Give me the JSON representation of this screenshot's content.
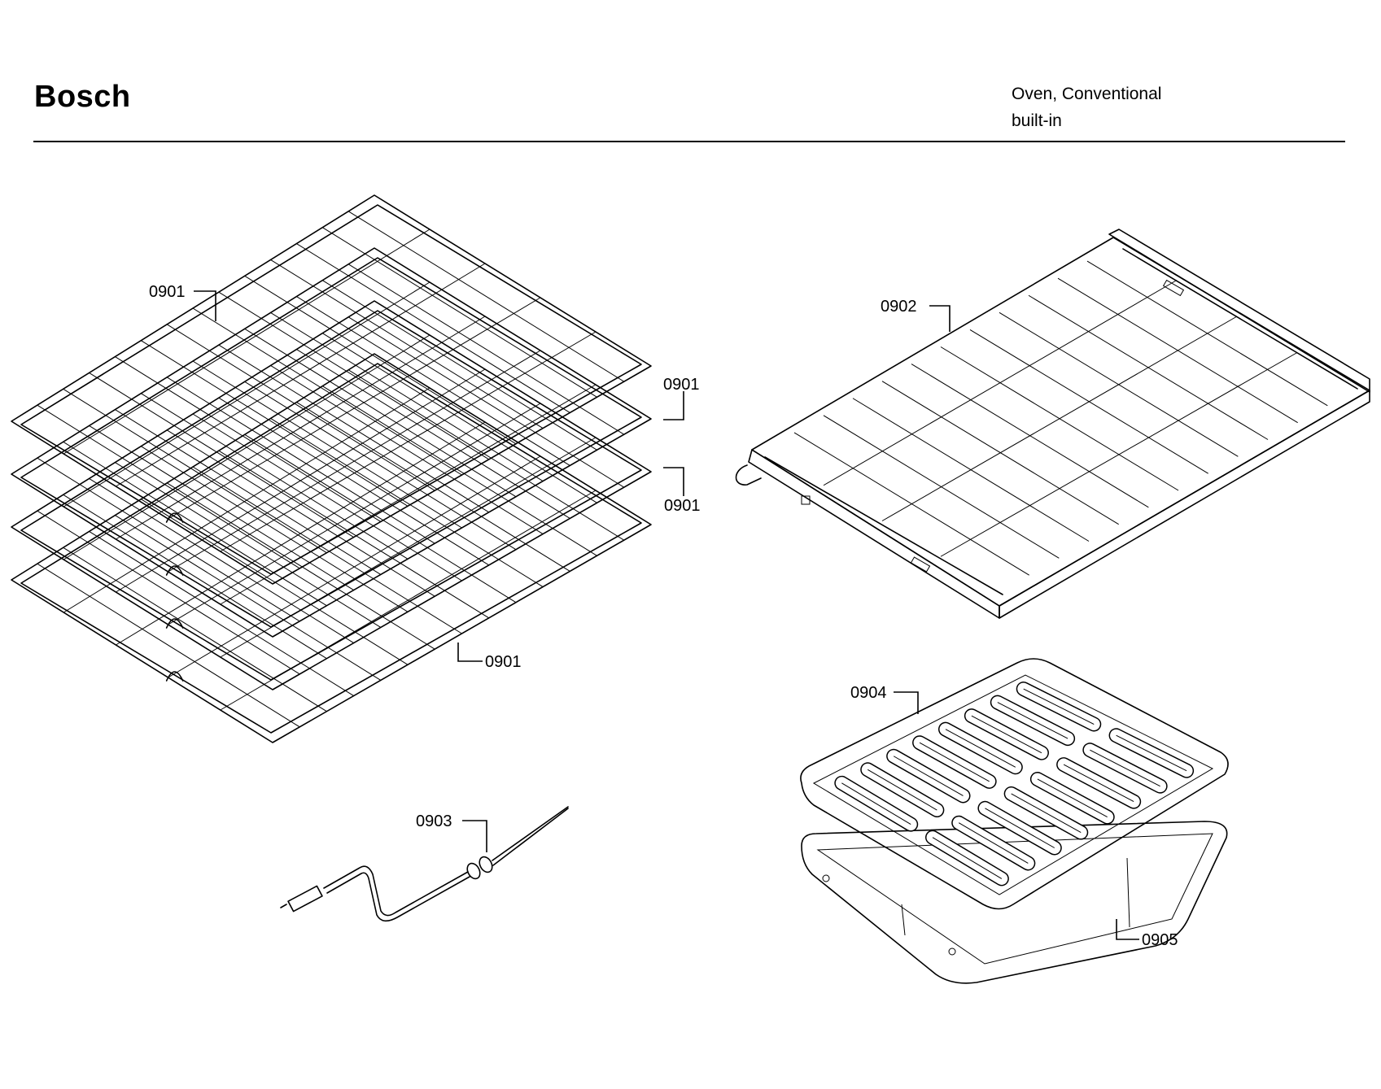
{
  "header": {
    "brand": "Bosch",
    "product_line1": "Oven, Conventional",
    "product_line2": "built-in"
  },
  "parts": {
    "rack_a": "0901",
    "rack_b": "0901",
    "rack_c": "0901",
    "rack_d": "0901",
    "telescopic_rack": "0902",
    "meat_probe": "0903",
    "broil_grid": "0904",
    "broil_pan": "0905"
  }
}
